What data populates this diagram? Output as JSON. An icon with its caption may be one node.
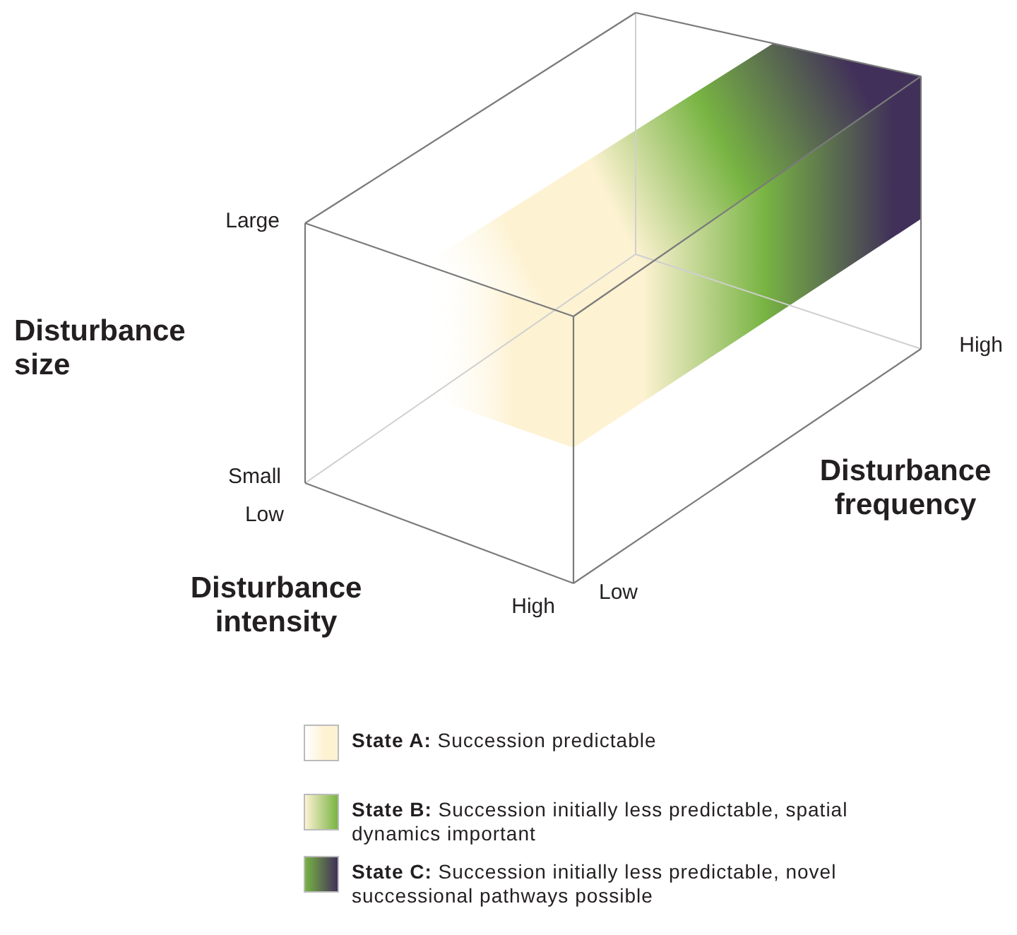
{
  "diagram": {
    "labels": [
      "Large",
      "Disturbance size",
      "High",
      "Small",
      "Low",
      "Disturbance frequency",
      "Disturbance intensity",
      "High",
      "Low"
    ],
    "legend": [
      {
        "text": "**State A:** Succession predictable"
      },
      {
        "text": "**State B:** Succession initially less predictable, spatial dynamics important"
      },
      {
        "text": "**State C:** Succession initially less predictable, novel successional pathways possible"
      }
    ]
  }
}
